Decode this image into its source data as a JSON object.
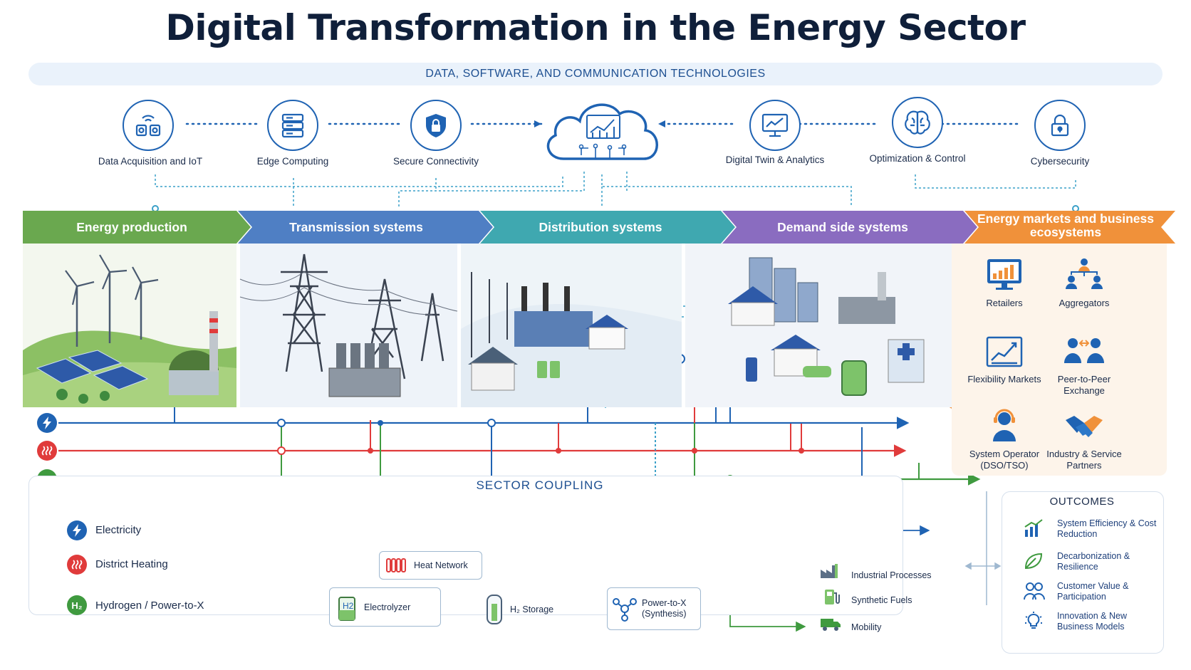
{
  "title": "Digital Transformation in the Energy Sector",
  "banner": "DATA, SOFTWARE, AND COMMUNICATION TECHNOLOGIES",
  "tech": [
    {
      "label": "Data Acquisition and IoT",
      "icon": "iot-sensor-icon"
    },
    {
      "label": "Edge Computing",
      "icon": "server-icon"
    },
    {
      "label": "Secure Connectivity",
      "icon": "shield-lock-icon"
    },
    {
      "label": "Digital Twin & Analytics",
      "icon": "monitor-chart-icon"
    },
    {
      "label": "Optimization & Control",
      "icon": "brain-icon"
    },
    {
      "label": "Cybersecurity",
      "icon": "padlock-icon"
    }
  ],
  "cloud_icon": "cloud-chart-icon",
  "stages": [
    {
      "label": "Energy production",
      "color": "#6aa84f"
    },
    {
      "label": "Transmission systems",
      "color": "#4f7fc4"
    },
    {
      "label": "Distribution systems",
      "color": "#3fa8b0"
    },
    {
      "label": "Demand side systems",
      "color": "#8a6cc0"
    },
    {
      "label": "Energy markets and business ecosystems",
      "color": "#f0913a"
    }
  ],
  "markets": [
    {
      "label": "Retailers",
      "icon": "monitor-chart-icon"
    },
    {
      "label": "Aggregators",
      "icon": "network-people-icon"
    },
    {
      "label": "Flexibility Markets",
      "icon": "growth-chart-icon"
    },
    {
      "label": "Peer-to-Peer Exchange",
      "icon": "people-exchange-icon"
    },
    {
      "label": "System Operator (DSO/TSO)",
      "icon": "headset-operator-icon"
    },
    {
      "label": "Industry & Service Partners",
      "icon": "handshake-icon"
    }
  ],
  "carriers": [
    {
      "key": "electricity",
      "icon": "lightning-icon",
      "color": "#1f63b3"
    },
    {
      "key": "heat",
      "icon": "heat-waves-icon",
      "color": "#e03b3b"
    },
    {
      "key": "hydrogen",
      "icon": "h2-icon",
      "symbol": "H₂",
      "color": "#3f9a3f"
    }
  ],
  "sector_coupling": {
    "title": "SECTOR COUPLING",
    "legend": [
      "Electricity",
      "District Heating",
      "Hydrogen / Power-to-X"
    ],
    "nodes": {
      "heat_network": "Heat Network",
      "electrolyzer": "Electrolyzer",
      "h2_storage": "H₂ Storage",
      "power_to_x": "Power-to-X (Synthesis)"
    },
    "uses": [
      "Industrial Processes",
      "Synthetic Fuels",
      "Mobility"
    ]
  },
  "outcomes": {
    "title": "OUTCOMES",
    "items": [
      {
        "label": "System Efficiency & Cost Reduction",
        "icon": "efficiency-chart-icon"
      },
      {
        "label": "Decarbonization & Resilience",
        "icon": "leaf-icon"
      },
      {
        "label": "Customer Value & Participation",
        "icon": "people-icon"
      },
      {
        "label": "Innovation & New Business Models",
        "icon": "lightbulb-icon"
      }
    ]
  }
}
